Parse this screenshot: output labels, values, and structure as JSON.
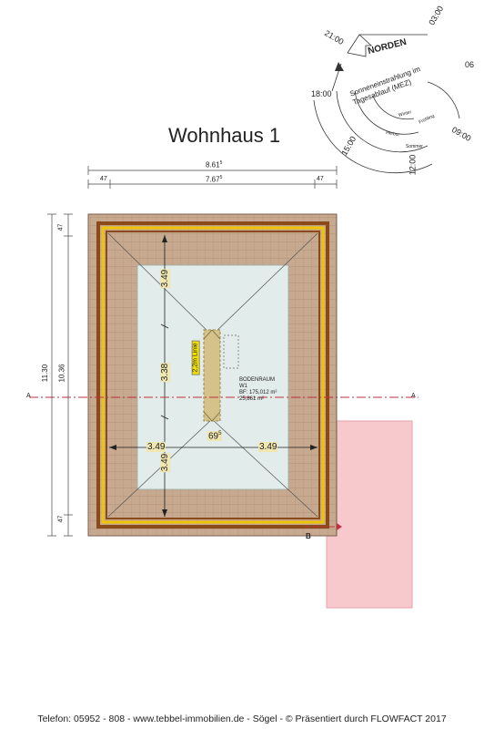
{
  "title": "Wohnhaus 1",
  "compass": {
    "north": "NORDEN",
    "caption": "Sonneneinstrahlung im Tagesablauf (MEZ)",
    "hours": [
      "21:00",
      "03:00",
      "06",
      "18:00",
      "15:00",
      "12:00",
      "09:00"
    ],
    "season_labels": [
      "Winter",
      "Frühling",
      "Herbst",
      "Sommer"
    ]
  },
  "dimensions": {
    "overall_width": "8.61",
    "overall_width_sup": "5",
    "inner_width": "7.67",
    "inner_width_sup": "5",
    "edge_left": "47",
    "edge_right": "47",
    "overall_height": "11.30",
    "inner_height": "10.36",
    "edge_top": "47",
    "edge_bottom": "47",
    "slope_top": "3.49",
    "slope_bottom": "3.49",
    "slope_left": "3.49",
    "slope_right": "3.49",
    "ridge": "3.38",
    "ridge_center": "69",
    "ridge_center_sup": "5",
    "line_label": "2,2m Linie"
  },
  "room": {
    "name": "BODENRAUM",
    "code": "W1",
    "area_line1": "BF: 175,012 m²",
    "area_line2": "25,861 m²"
  },
  "section": {
    "a_left": "A",
    "a_right": "A",
    "b": "B"
  },
  "footer": "Telefon: 05952 - 808  -  www.tebbel-immobilien.de  -  Sögel  -   © Präsentiert durch FLOWFACT 2017"
}
